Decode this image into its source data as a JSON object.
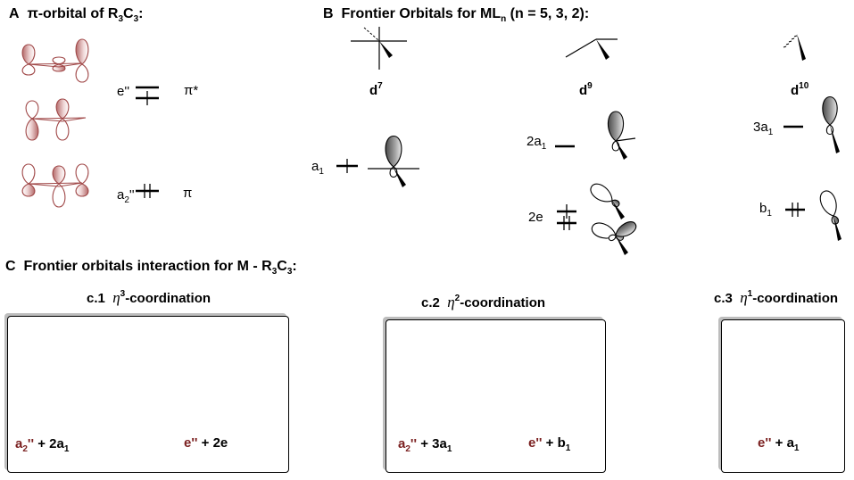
{
  "colors": {
    "orbital_red": "#a04848",
    "orbital_fill": "#efe1e1",
    "lobe_gray": "#6d6d6d",
    "box_shadow": "#bdbdbd"
  },
  "section_a": {
    "letter": "A",
    "title_pre": "π-orbital of R",
    "title_sub1": "3",
    "title_mid": "C",
    "title_sub2": "3",
    "title_post": ":",
    "levels": {
      "upper_label": "e''",
      "upper_type": "π*",
      "lower_label": "a",
      "lower_label_sub": "2",
      "lower_label_post": "''",
      "lower_type": "π"
    }
  },
  "section_b": {
    "letter": "B",
    "title_pre": "Frontier Orbitals for ML",
    "title_sub": "n",
    "title_post": " (n = 5, 3, 2):",
    "configs": [
      {
        "base": "d",
        "sup": "7"
      },
      {
        "base": "d",
        "sup": "9"
      },
      {
        "base": "d",
        "sup": "10"
      }
    ],
    "orbitals": {
      "d7_a1": {
        "base": "a",
        "sub": "1"
      },
      "d9_2a1": {
        "base": "2a",
        "sub": "1"
      },
      "d9_2e": {
        "base": "2e",
        "sub": ""
      },
      "d10_3a1": {
        "base": "3a",
        "sub": "1"
      },
      "d10_b1": {
        "base": "b",
        "sub": "1"
      }
    }
  },
  "section_c": {
    "letter": "C",
    "title_pre": "Frontier orbitals interaction for M - R",
    "title_sub1": "3",
    "title_mid": "C",
    "title_sub2": "3",
    "title_post": ":",
    "panels": [
      {
        "id": "c.1",
        "eta_sup": "3",
        "suffix": "-coordination",
        "captions": [
          {
            "red": "a",
            "red_sub": "2",
            "red_post": "''",
            "plus": " + 2a",
            "plus_sub": "1"
          },
          {
            "red": "e''",
            "red_sub": "",
            "red_post": "",
            "plus": " + 2e",
            "plus_sub": ""
          }
        ]
      },
      {
        "id": "c.2",
        "eta_sup": "2",
        "suffix": "-coordination",
        "captions": [
          {
            "red": "a",
            "red_sub": "2",
            "red_post": "''",
            "plus": " + 3a",
            "plus_sub": "1"
          },
          {
            "red": "e''",
            "red_sub": "",
            "red_post": "",
            "plus": " + b",
            "plus_sub": "1"
          }
        ]
      },
      {
        "id": "c.3",
        "eta_sup": "1",
        "suffix": "-coordination",
        "captions": [
          {
            "red": "e''",
            "red_sub": "",
            "red_post": "",
            "plus": " + a",
            "plus_sub": "1"
          }
        ]
      }
    ],
    "eta_symbol": "η"
  }
}
